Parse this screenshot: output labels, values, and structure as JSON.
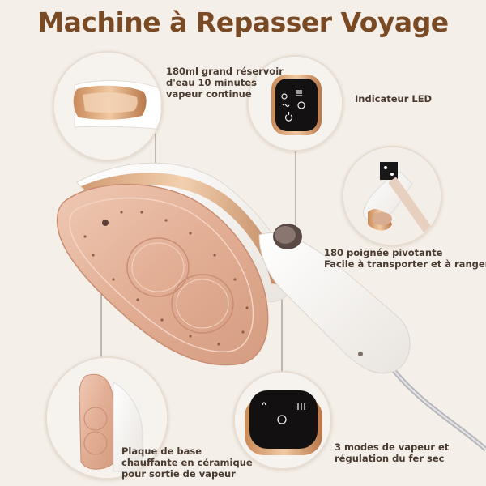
{
  "title": "Machine à Repasser Voyage",
  "features": {
    "reservoir": [
      "180ml grand réservoir",
      "d'eau 10 minutes",
      "vapeur continue"
    ],
    "led": [
      "Indicateur LED"
    ],
    "poignee": [
      "180 poignée pivotante",
      "Facile à transporter et à ranger"
    ],
    "plaque": [
      "Plaque de base",
      "chauffante en céramique",
      "pour sortie de vapeur"
    ],
    "modes": [
      "3 modes de vapeur et",
      "régulation du fer sec"
    ]
  },
  "colors": {
    "background": "#f4efe8",
    "title": "#7a4a25",
    "rose_gold": "#e6b7a0",
    "body_white": "#fbfaf8"
  },
  "icons": [
    "water-drop-icon",
    "steam-icon",
    "power-icon",
    "gear-icon",
    "menu-icon"
  ]
}
